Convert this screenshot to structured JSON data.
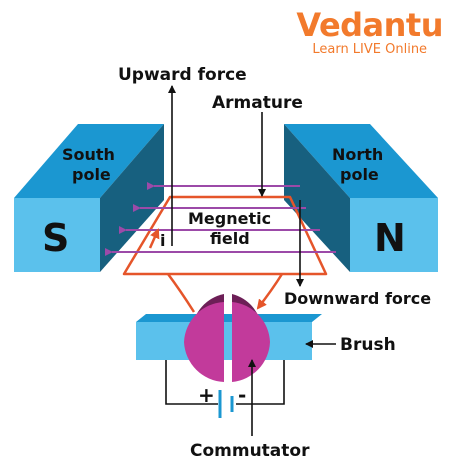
{
  "brand": {
    "name": "Vedantu",
    "tagline": "Learn LIVE Online"
  },
  "labels": {
    "upward_force": "Upward force",
    "armature": "Armature",
    "south_pole": [
      "South",
      "pole"
    ],
    "north_pole": [
      "North",
      "pole"
    ],
    "s": "S",
    "n": "N",
    "field": [
      "Megnetic",
      "field"
    ],
    "current": "i",
    "downward_force": "Downward force",
    "brush": "Brush",
    "plus": "+",
    "minus": "-",
    "commutator": "Commutator"
  },
  "colors": {
    "magnet_front": "#5bc1ec",
    "magnet_top": "#1b97d1",
    "magnet_side": "#17607f",
    "coil": "#e5552a",
    "field_lines": "#9c4aa8",
    "commutator": "#c23a9b",
    "commutator_dark": "#6d1f57",
    "brand": "#f27a2c"
  }
}
